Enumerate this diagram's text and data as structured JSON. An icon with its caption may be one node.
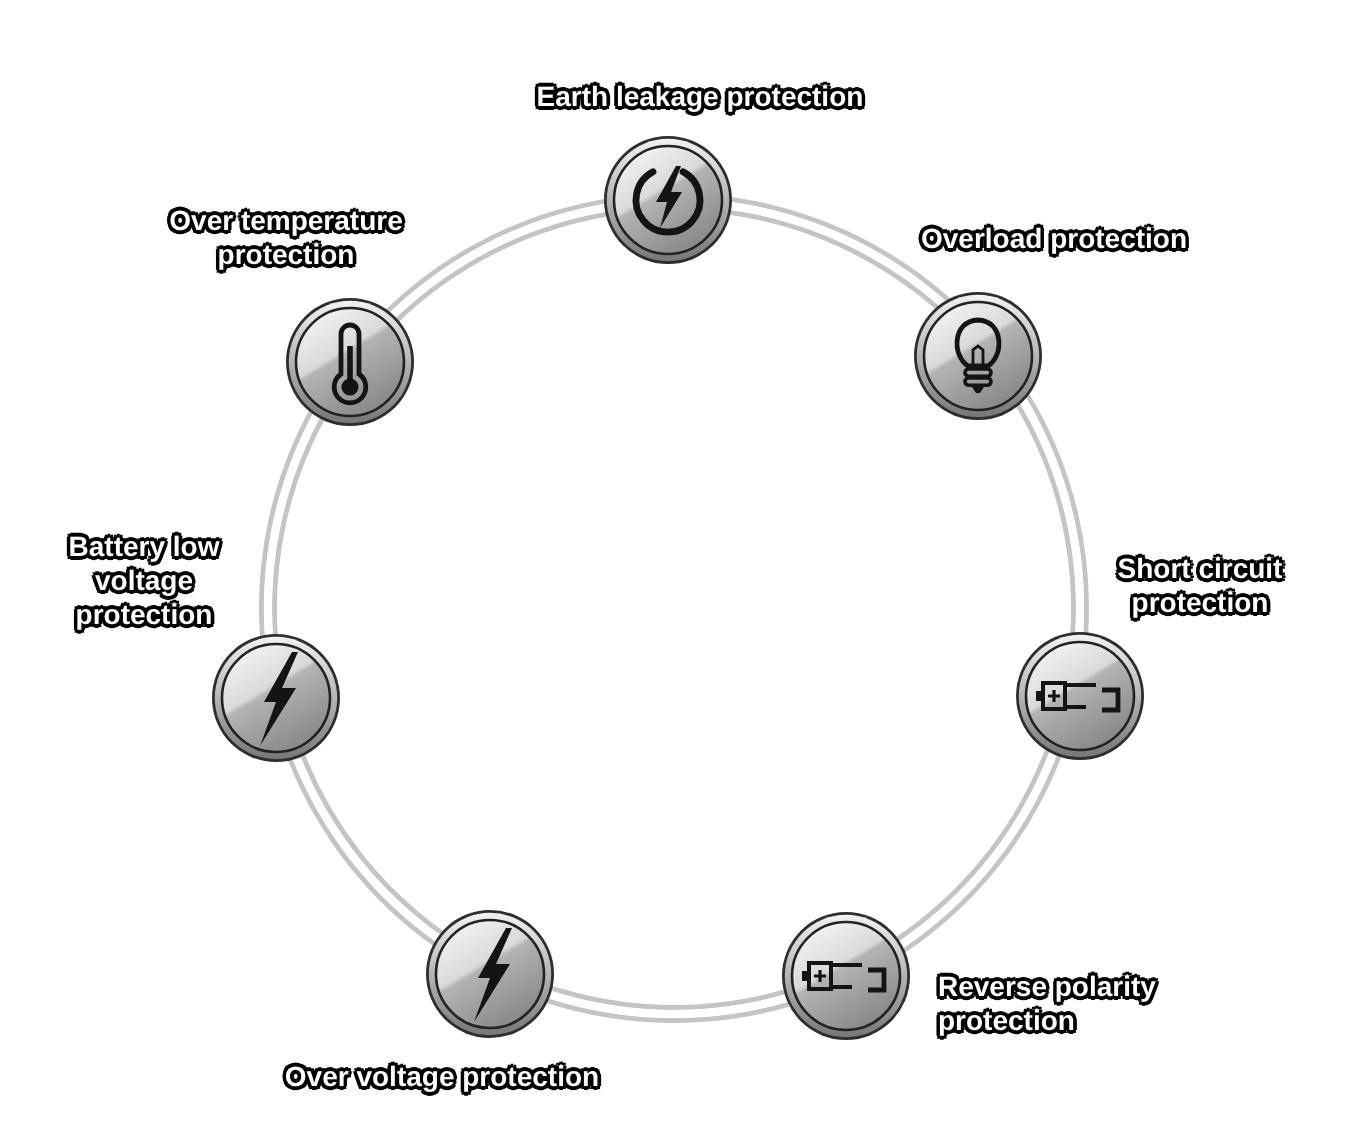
{
  "diagram": {
    "nodes": [
      {
        "text": [
          "Earth leakage protection"
        ]
      },
      {
        "text": [
          "Overload protection"
        ]
      },
      {
        "text": [
          "Short circuit protection"
        ]
      },
      {
        "text": [
          "Reverse polarity protection"
        ]
      },
      {
        "text": [
          "Over voltage protection"
        ]
      },
      {
        "text": [
          "Battery low voltage protection"
        ]
      },
      {
        "text": [
          "Over temperature protection"
        ]
      }
    ],
    "edges": [
      {
        "from": 0,
        "to": 1,
        "arrow": "none"
      },
      {
        "from": 1,
        "to": 2,
        "arrow": "none"
      },
      {
        "from": 2,
        "to": 3,
        "arrow": "none"
      },
      {
        "from": 3,
        "to": 4,
        "arrow": "none"
      },
      {
        "from": 4,
        "to": 5,
        "arrow": "none"
      },
      {
        "from": 5,
        "to": 6,
        "arrow": "none"
      },
      {
        "from": 6,
        "to": 0,
        "arrow": "none"
      }
    ]
  }
}
